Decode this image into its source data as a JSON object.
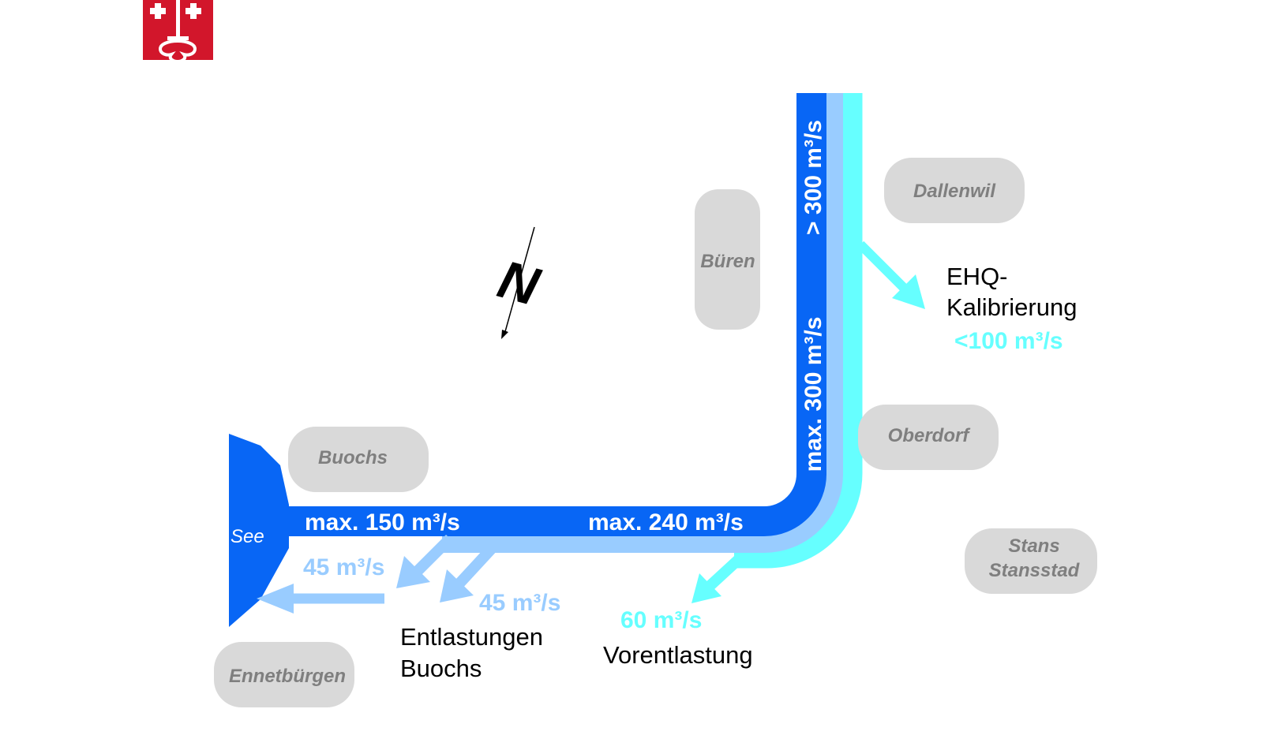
{
  "logo": {
    "name": "Nidwalden coat of arms",
    "color": "#d2162b"
  },
  "colors": {
    "main_channel": "#0866f5",
    "relief": "#99ccff",
    "pre_relief": "#66ffff",
    "town": "#d9d9d9"
  },
  "towns": [
    "Büren",
    "Dallenwil",
    "Oberdorf",
    "Stans",
    "Stansstad",
    "Buochs",
    "Ennetbürgen"
  ],
  "lake_label": "See",
  "north_label": "N",
  "flows": {
    "upstream": "> 300 m³/s",
    "vertical": "max. 300 m³/s",
    "mid": "max. 240 m³/s",
    "lake_in": "max. 150 m³/s",
    "relief_1": "45 m³/s",
    "relief_2": "45 m³/s",
    "pre_relief": "60 m³/s",
    "ehq": "<100 m³/s"
  },
  "labels": {
    "entlastungen_1": "Entlastungen",
    "entlastungen_2": "Buochs",
    "vorentlastung": "Vorentlastung",
    "ehq_1": "EHQ-",
    "ehq_2": "Kalibrierung"
  }
}
